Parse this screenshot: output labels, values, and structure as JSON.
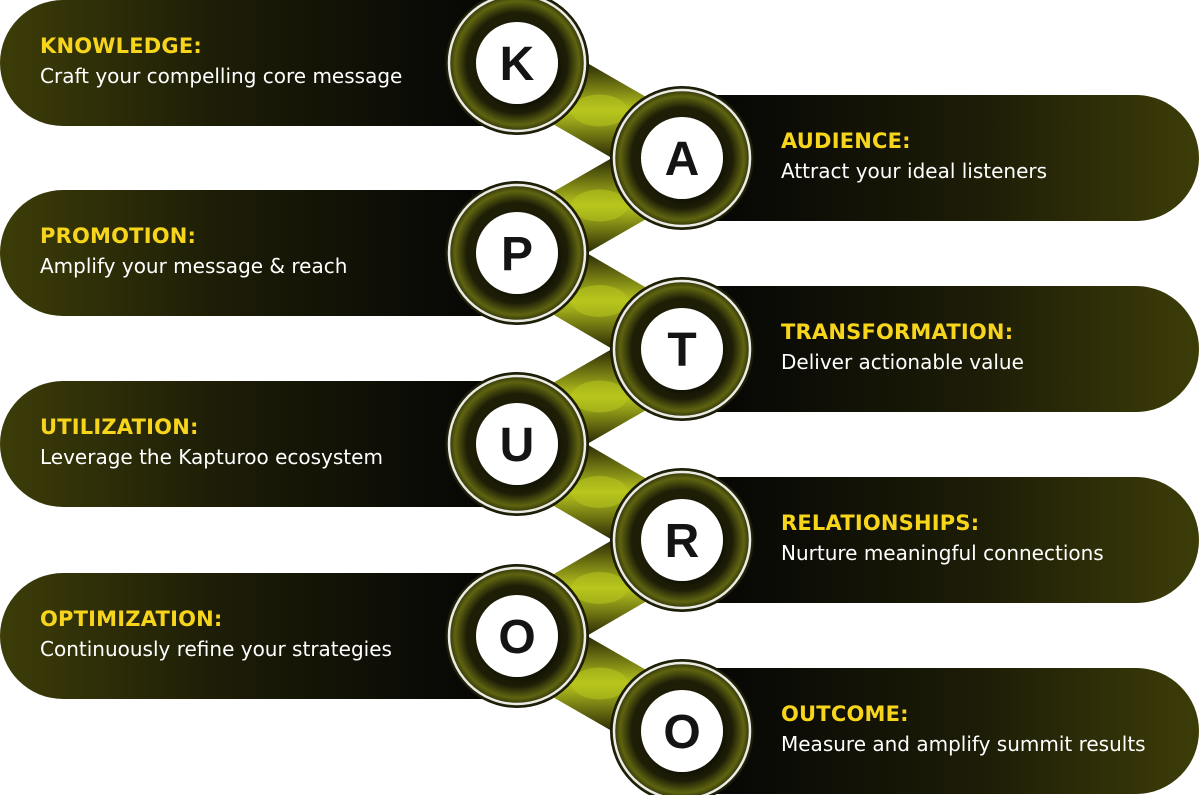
{
  "colors": {
    "pill_dark": "#0d0d08",
    "pill_olive": "#3d3d09",
    "title_yellow": "#f7d51d",
    "desc_white": "#ffffff",
    "lime_glow": "#b8c61e",
    "letter_circle": "#ffffff",
    "letter_text": "#141414"
  },
  "steps": [
    {
      "letter": "K",
      "title": "KNOWLEDGE:",
      "description": "Craft your compelling core message",
      "side": "left"
    },
    {
      "letter": "A",
      "title": "AUDIENCE:",
      "description": "Attract your ideal listeners",
      "side": "right"
    },
    {
      "letter": "P",
      "title": "PROMOTION:",
      "description": "Amplify your message & reach",
      "side": "left"
    },
    {
      "letter": "T",
      "title": "TRANSFORMATION:",
      "description": "Deliver actionable value",
      "side": "right"
    },
    {
      "letter": "U",
      "title": "UTILIZATION:",
      "description": "Leverage the Kapturoo ecosystem",
      "side": "left"
    },
    {
      "letter": "R",
      "title": "RELATIONSHIPS:",
      "description": "Nurture meaningful connections",
      "side": "right"
    },
    {
      "letter": "O",
      "title": "OPTIMIZATION:",
      "description": "Continuously refine your strategies",
      "side": "left"
    },
    {
      "letter": "O",
      "title": "OUTCOME:",
      "description": "Measure and amplify summit results",
      "side": "right"
    }
  ]
}
